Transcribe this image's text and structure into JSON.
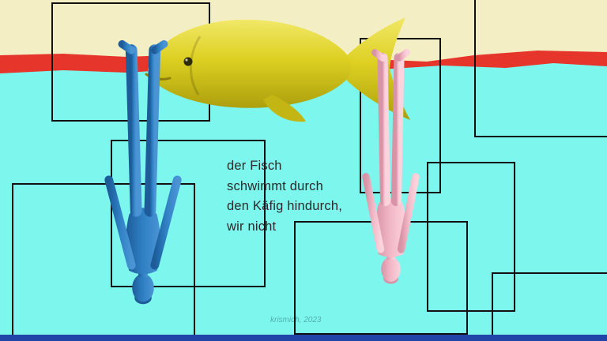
{
  "artwork": {
    "caption": {
      "lines": [
        "der Fisch",
        "schwimmt durch",
        "den Käfig hindurch,",
        "wir nicht"
      ]
    },
    "signature": "krismich, 2023"
  },
  "palette": {
    "sky-cream": "#f4eec5",
    "sea-cyan": "#7df6ee",
    "stripe-red": "#e6352b",
    "fish-yellow": "#ddd021",
    "figure-blue": "#2f80c4",
    "figure-pink": "#f2b9c7",
    "cage-black": "#111111",
    "caption-text": "#2b2b2b",
    "signature-teal": "#4aa6a0",
    "footer-blue": "#2144a8"
  }
}
